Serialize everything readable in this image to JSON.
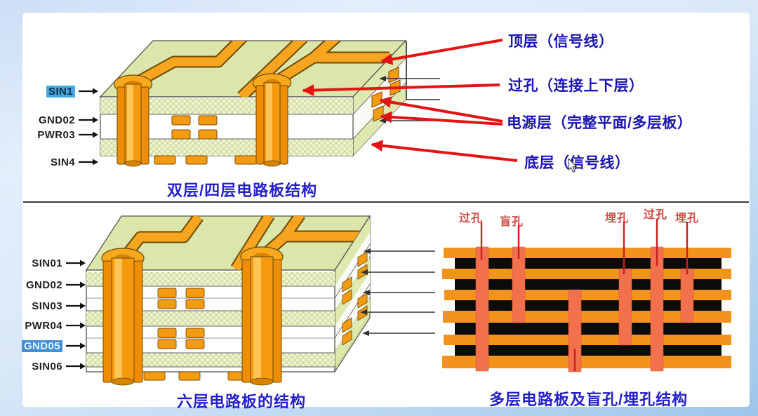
{
  "top_panel": {
    "layer_labels": [
      {
        "text": "SIN1",
        "highlighted": true
      },
      {
        "text": "GND02",
        "highlighted": false
      },
      {
        "text": "PWR03",
        "highlighted": false
      },
      {
        "text": "SIN4",
        "highlighted": false
      }
    ],
    "annotations": [
      {
        "text": "顶层（信号线）"
      },
      {
        "text": "过孔（连接上下层）"
      },
      {
        "text": "电源层（完整平面/多层板）"
      },
      {
        "text": "底层（信号线）"
      }
    ],
    "caption": "双层/四层电路板结构"
  },
  "six_layer_panel": {
    "layer_labels": [
      {
        "text": "SIN01",
        "highlighted": false
      },
      {
        "text": "GND02",
        "highlighted": false
      },
      {
        "text": "SIN03",
        "highlighted": false
      },
      {
        "text": "PWR04",
        "highlighted": false
      },
      {
        "text": "GND05",
        "highlighted": true
      },
      {
        "text": "SIN06",
        "highlighted": false
      }
    ],
    "caption": "六层电路板的结构"
  },
  "via_panel": {
    "via_labels": [
      {
        "text": "过孔"
      },
      {
        "text": "盲孔"
      },
      {
        "text": "埋孔"
      },
      {
        "text": "过孔"
      },
      {
        "text": "埋孔"
      }
    ],
    "caption": "多层电路板及盲孔/埋孔结构"
  },
  "colors": {
    "caption_blue": "#2521c8",
    "annotation_blue": "#1b15ae",
    "arrow_red": "#e31414",
    "via_label_red": "#cd4a42",
    "copper_orange": "#f59b13",
    "cross_section_orange": "#f2931e",
    "via_salmon": "#f2714d",
    "substrate_black": "#0b0b0b",
    "board_green": "#dce6ab",
    "highlight_cyan": "#41aade",
    "highlight_blue": "#3f8ed6"
  }
}
